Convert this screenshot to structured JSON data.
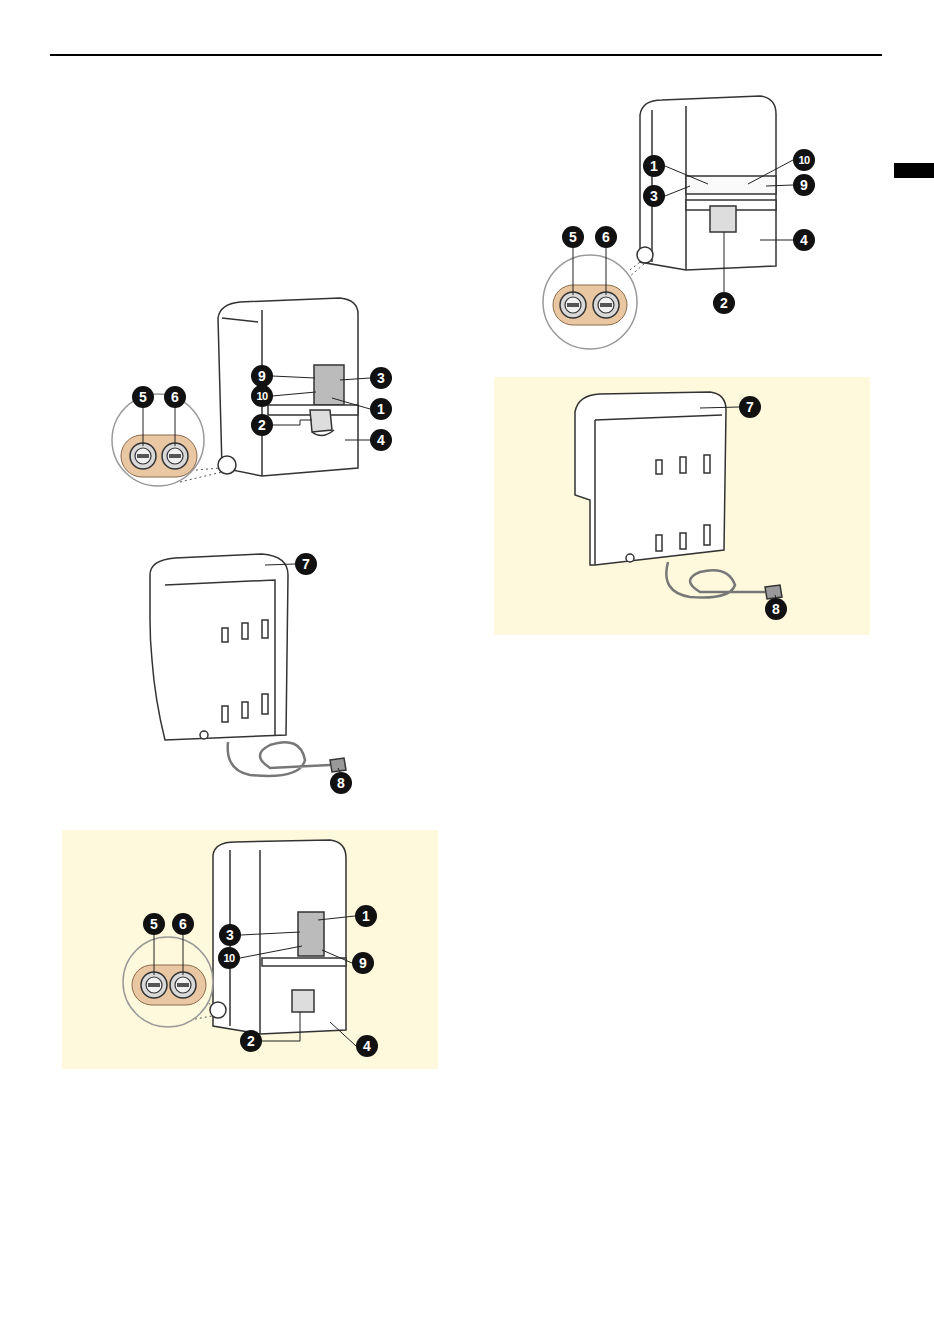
{
  "diagram": {
    "labels": [
      "5",
      "6",
      "9",
      "10",
      "2",
      "3",
      "1",
      "4",
      "7",
      "8",
      "5",
      "6",
      "3",
      "10",
      "2",
      "1",
      "9",
      "4",
      "1",
      "3",
      "5",
      "6",
      "10",
      "9",
      "4",
      "2",
      "7",
      "8"
    ]
  }
}
